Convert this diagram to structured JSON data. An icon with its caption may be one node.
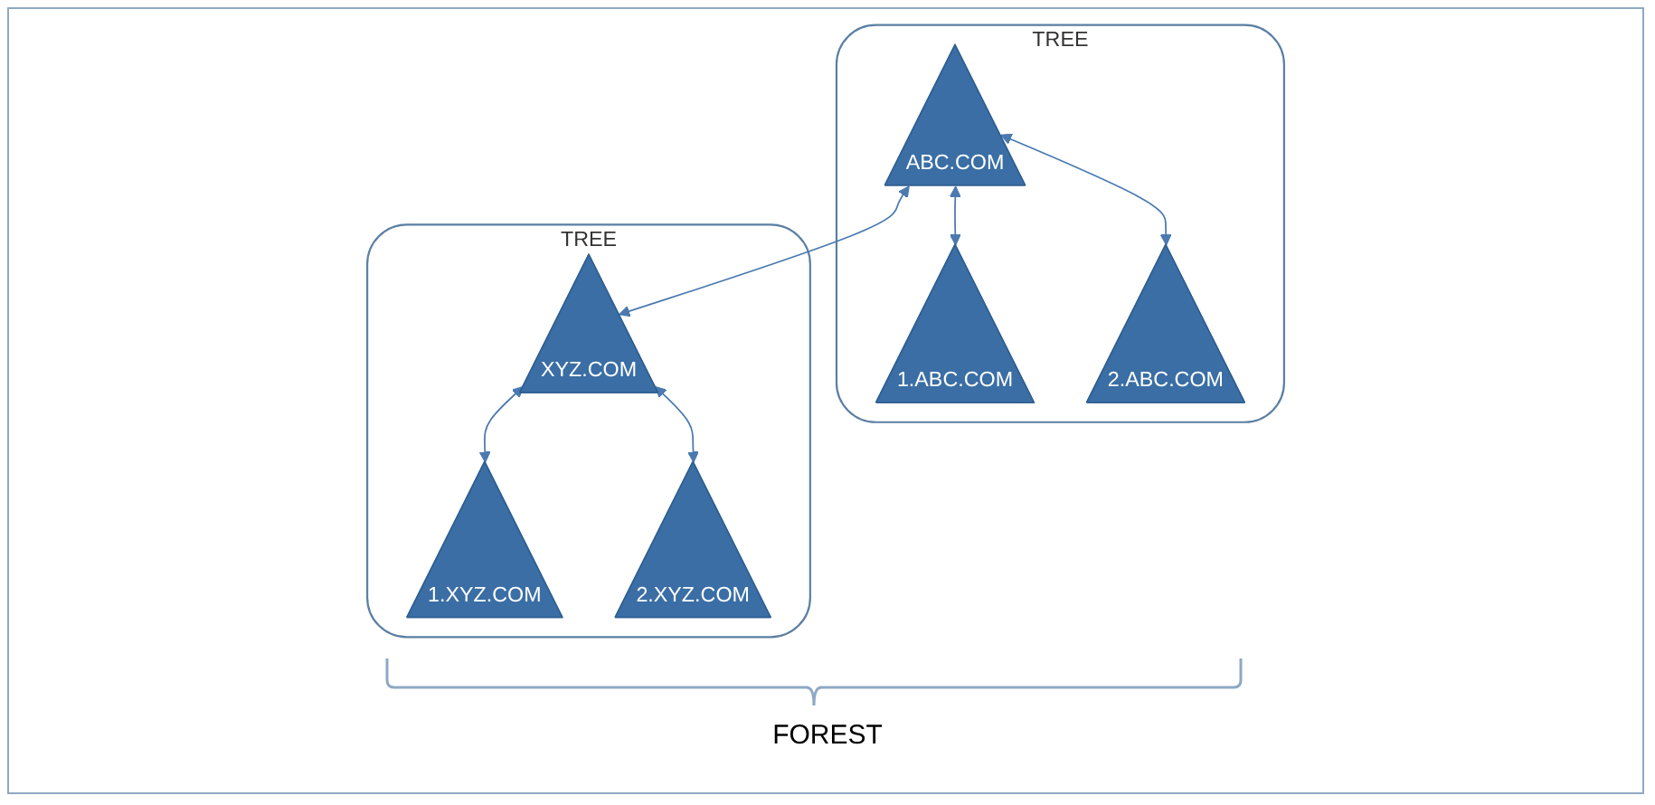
{
  "diagram": {
    "nodes": [
      {
        "text": [
          "TREE"
        ]
      },
      {
        "text": [
          "ABC.COM"
        ],
        "in": 0
      },
      {
        "text": [
          "1.ABC.COM"
        ],
        "in": 0
      },
      {
        "text": [
          "2.ABC.COM"
        ],
        "in": 0
      },
      {
        "text": [
          "TREE"
        ]
      },
      {
        "text": [
          "XYZ.COM"
        ],
        "in": 4
      },
      {
        "text": [
          "1.XYZ.COM"
        ],
        "in": 4
      },
      {
        "text": [
          "2.XYZ.COM"
        ],
        "in": 4
      }
    ],
    "edges": [
      {
        "from": 1,
        "to": 5,
        "arrow": "both"
      },
      {
        "from": 1,
        "to": 2,
        "arrow": "both"
      },
      {
        "from": 1,
        "to": 3,
        "arrow": "both"
      },
      {
        "from": 5,
        "to": 6,
        "arrow": "both"
      },
      {
        "from": 5,
        "to": 7,
        "arrow": "both"
      }
    ],
    "labels": [
      "FOREST"
    ]
  }
}
